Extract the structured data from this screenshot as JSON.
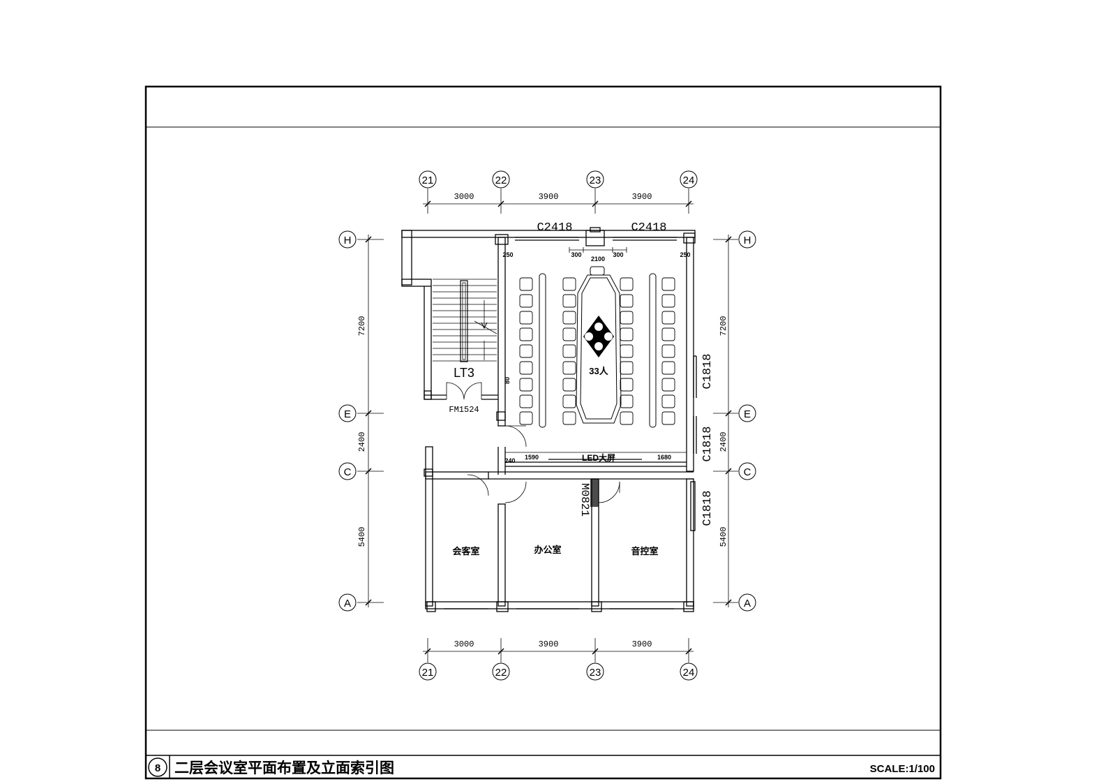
{
  "drawing": {
    "number": "8",
    "title": "二层会议室平面布置及立面索引图",
    "scale": "SCALE:1/100"
  },
  "axes": {
    "columns": [
      "21",
      "22",
      "23",
      "24"
    ],
    "rows": [
      "H",
      "E",
      "C",
      "A"
    ]
  },
  "dimensions": {
    "top_spans": [
      "3000",
      "3900",
      "3900"
    ],
    "bottom_spans": [
      "3000",
      "3900",
      "3900"
    ],
    "left_spans": [
      "7200",
      "2400",
      "5400"
    ],
    "right_spans": [
      "7200",
      "2400",
      "5400"
    ]
  },
  "windows": {
    "top_left": "C2418",
    "top_right": "C2418",
    "right_upper": "C1818",
    "right_middle": "C1818",
    "right_lower": "C1818"
  },
  "labels": {
    "stair": "LT3",
    "stair_door": "FM1524",
    "capacity": "33人",
    "led_screen": "LED大屏",
    "room_reception": "会客室",
    "room_office": "办公室",
    "room_sound": "音控室",
    "door_lower": "M0821"
  },
  "small_dims": {
    "d250_left": "250",
    "d250_right": "250",
    "d300_left": "300",
    "d2100": "2100",
    "d300_right": "300",
    "d80": "80",
    "d240": "240",
    "d1590": "1590",
    "d1680": "1680"
  }
}
